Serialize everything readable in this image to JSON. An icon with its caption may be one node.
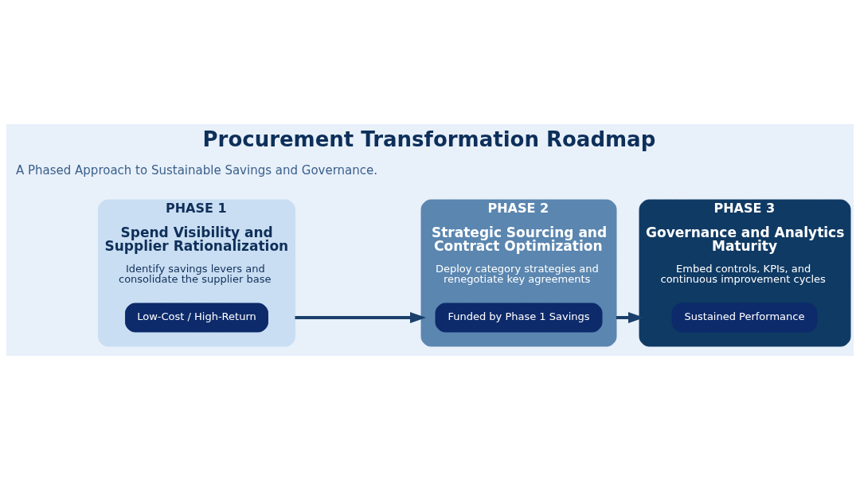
{
  "diagram": {
    "title": "Procurement Transformation Roadmap",
    "nodes": [
      {
        "text": [
          "PHASE 1",
          "Spend Visibility and Supplier Rationalization",
          "Identify savings levers and consolidate the supplier base"
        ]
      },
      {
        "text": [
          "Low-Cost / High-Return"
        ],
        "in": 0
      },
      {
        "text": [
          "PHASE 2",
          "Strategic Sourcing and Contract Optimization",
          "Deploy category strategies and renegotiate key agreements"
        ]
      },
      {
        "text": [
          "Funded by Phase 1 Savings"
        ],
        "in": 2
      },
      {
        "text": [
          "PHASE 3",
          "Governance and Analytics Maturity",
          "Embed controls, KPIs, and continuous improvement cycles"
        ]
      },
      {
        "text": [
          "Sustained Performance"
        ],
        "in": 4
      }
    ],
    "edges": [
      {
        "from": 0,
        "to": 2,
        "arrow": "to"
      },
      {
        "from": 2,
        "to": 4,
        "arrow": "to"
      }
    ],
    "labels": [
      "A Phased Approach to Sustainable Savings and Governance."
    ]
  }
}
